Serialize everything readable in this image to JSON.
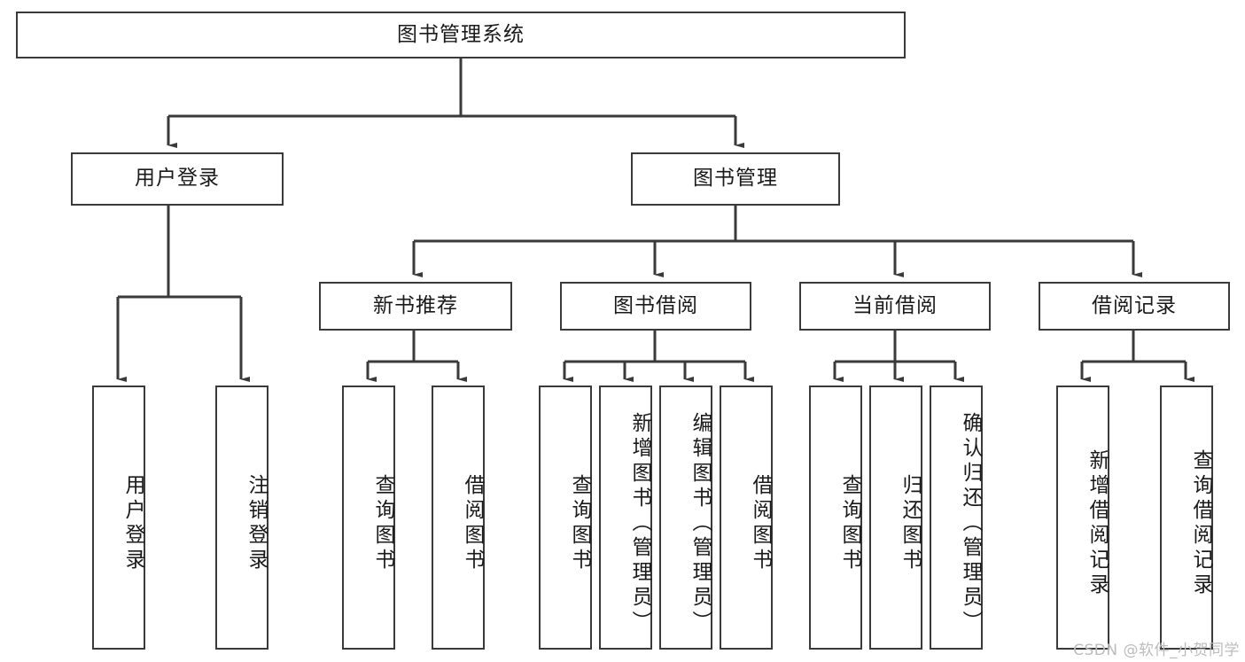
{
  "diagram": {
    "title": "图书管理系统",
    "type": "tree-hierarchy",
    "watermark": "CSDN @软件_小贺同学",
    "line_color": "#3a3a3a",
    "box_fill": "#ffffff",
    "text_color": "#1a1a1a"
  },
  "nodes": {
    "root": {
      "label": "图书管理系统"
    },
    "level2": [
      {
        "label": "用户登录"
      },
      {
        "label": "图书管理"
      }
    ],
    "level3": [
      {
        "label": "新书推荐"
      },
      {
        "label": "图书借阅"
      },
      {
        "label": "当前借阅"
      },
      {
        "label": "借阅记录"
      }
    ],
    "leaves": {
      "user_login": [
        {
          "label": "用户登录"
        },
        {
          "label": "注销登录"
        }
      ],
      "new_book_recommend": [
        {
          "label": "查询图书"
        },
        {
          "label": "借阅图书"
        }
      ],
      "book_borrow": [
        {
          "label": "查询图书"
        },
        {
          "label": "新增图书（管理员）"
        },
        {
          "label": "编辑图书（管理员）"
        },
        {
          "label": "借阅图书"
        }
      ],
      "current_borrow": [
        {
          "label": "查询图书"
        },
        {
          "label": "归还图书"
        },
        {
          "label": "确认归还（管理员）"
        }
      ],
      "borrow_records": [
        {
          "label": "新增借阅记录"
        },
        {
          "label": "查询借阅记录"
        }
      ]
    }
  }
}
